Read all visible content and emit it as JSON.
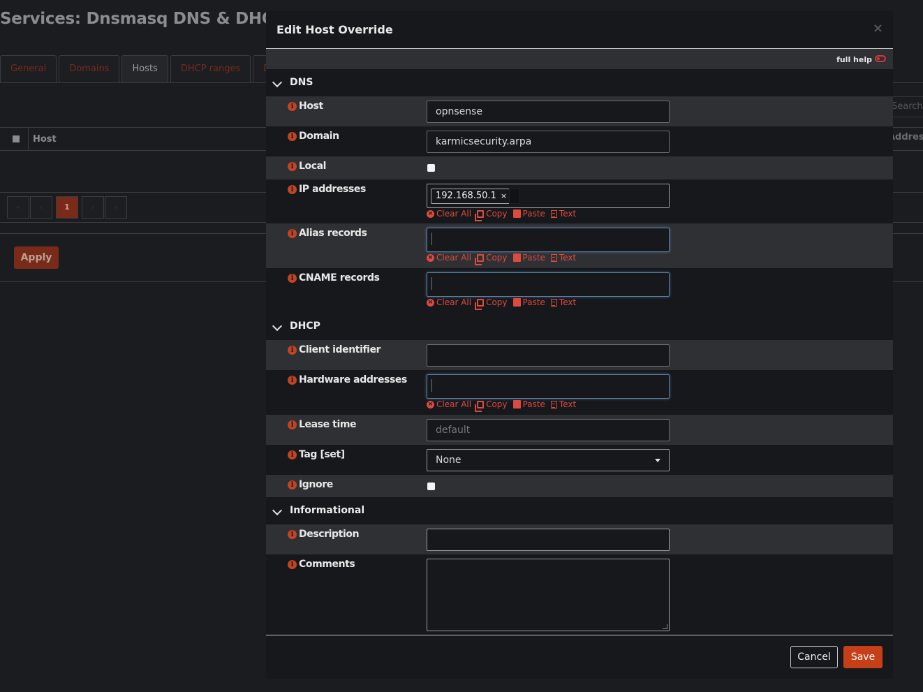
{
  "page": {
    "title": "Services: Dnsmasq DNS & DHCP",
    "tabs": [
      "General",
      "Domains",
      "Hosts",
      "DHCP ranges",
      "D"
    ],
    "search_placeholder": "Search",
    "table_headers": {
      "host": "Host",
      "address": "Address"
    },
    "pager": [
      "«",
      "‹",
      "1",
      "›",
      "»"
    ],
    "apply_label": "Apply"
  },
  "modal": {
    "title": "Edit Host Override",
    "close": "×",
    "full_help_label": "full help",
    "sections": {
      "dns": "DNS",
      "dhcp": "DHCP",
      "informational": "Informational"
    },
    "tools": {
      "clear_all": "Clear All",
      "copy": "Copy",
      "paste": "Paste",
      "text": "Text"
    },
    "fields": {
      "host": {
        "label": "Host",
        "value": "opnsense"
      },
      "domain": {
        "label": "Domain",
        "value": "karmicsecurity.arpa"
      },
      "local": {
        "label": "Local",
        "checked": false
      },
      "ip_addresses": {
        "label": "IP addresses",
        "tokens": [
          "192.168.50.1"
        ]
      },
      "alias_records": {
        "label": "Alias records"
      },
      "cname_records": {
        "label": "CNAME records"
      },
      "client_identifier": {
        "label": "Client identifier",
        "value": ""
      },
      "hardware_addresses": {
        "label": "Hardware addresses"
      },
      "lease_time": {
        "label": "Lease time",
        "placeholder": "default"
      },
      "tag": {
        "label": "Tag [set]",
        "value": "None"
      },
      "ignore": {
        "label": "Ignore",
        "checked": false
      },
      "description": {
        "label": "Description",
        "value": ""
      },
      "comments": {
        "label": "Comments",
        "value": ""
      }
    },
    "cancel_label": "Cancel",
    "save_label": "Save"
  },
  "colors": {
    "accent": "#c63f16",
    "tool_red": "#dd4a3e",
    "row_shade": "#2f3033",
    "modal_bg": "#16181c"
  }
}
